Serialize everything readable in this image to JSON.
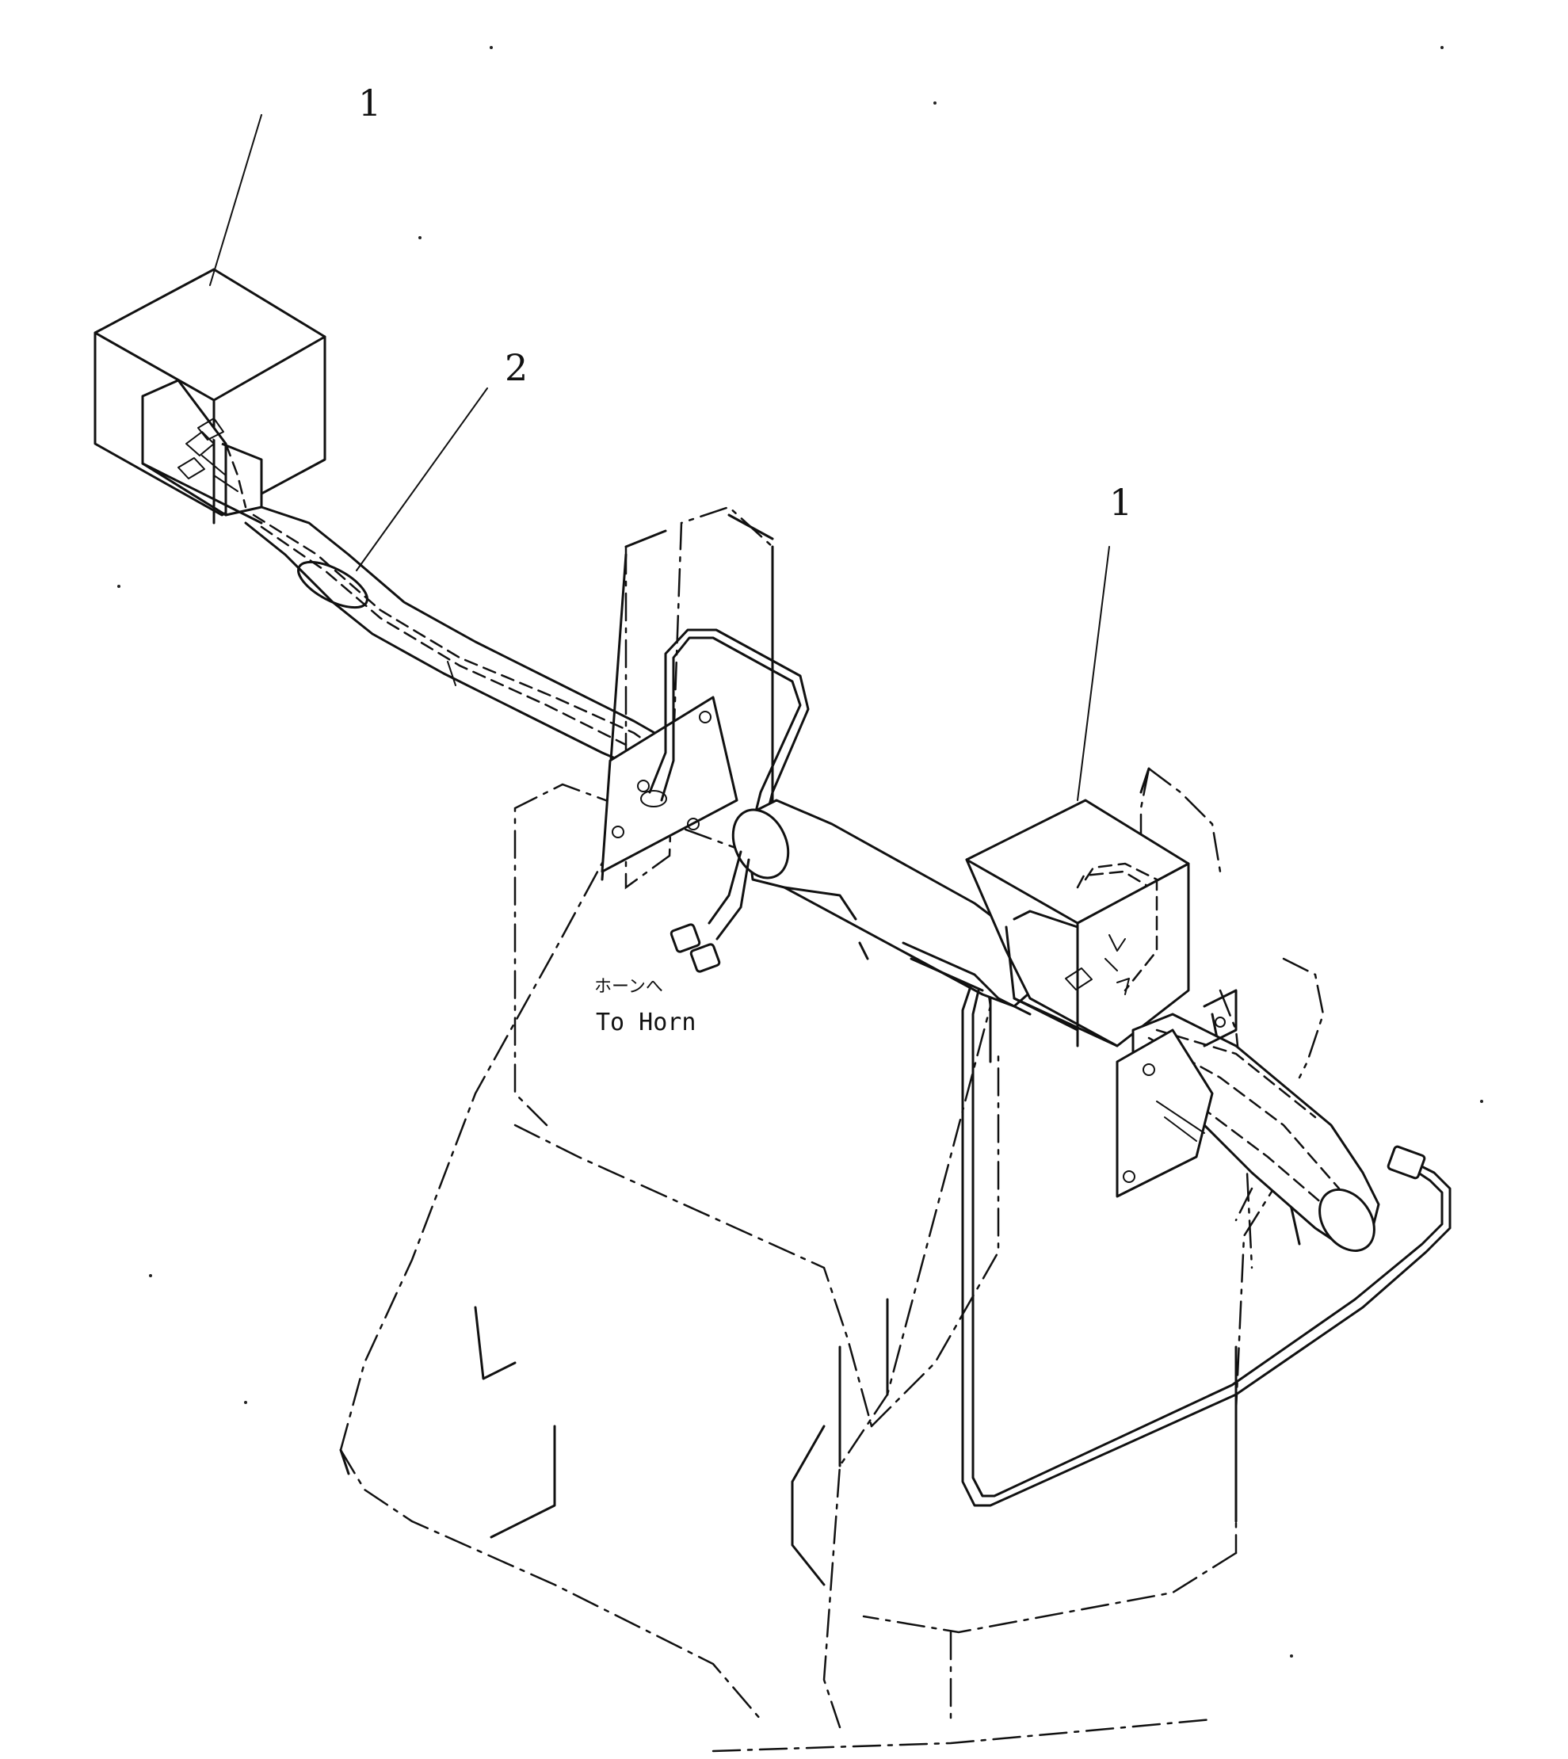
{
  "callouts": [
    {
      "id": "1a",
      "label": "1"
    },
    {
      "id": "2",
      "label": "2"
    },
    {
      "id": "1b",
      "label": "1"
    }
  ],
  "notes": {
    "horn_jp": "ホーンへ",
    "horn_en": "To Horn"
  }
}
